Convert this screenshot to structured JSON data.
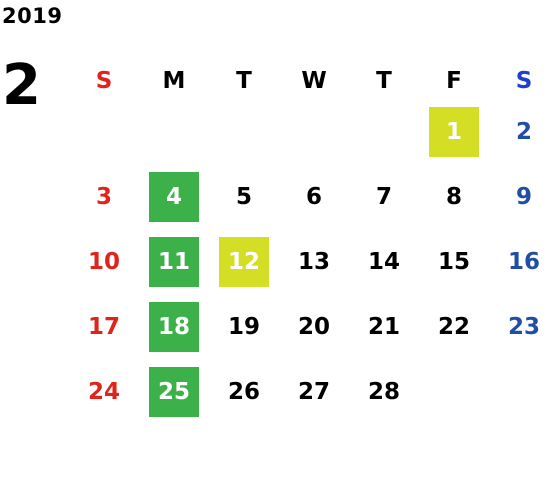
{
  "calendar": {
    "year": "2019",
    "month": "2",
    "weekdays": [
      "S",
      "M",
      "T",
      "W",
      "T",
      "F",
      "S"
    ],
    "weeks": [
      [
        "",
        "",
        "",
        "",
        "",
        "1",
        "2"
      ],
      [
        "3",
        "4",
        "5",
        "6",
        "7",
        "8",
        "9"
      ],
      [
        "10",
        "11",
        "12",
        "13",
        "14",
        "15",
        "16"
      ],
      [
        "17",
        "18",
        "19",
        "20",
        "21",
        "22",
        "23"
      ],
      [
        "24",
        "25",
        "26",
        "27",
        "28",
        "",
        ""
      ]
    ],
    "highlighted_yellow": [
      "1",
      "12"
    ],
    "highlighted_green": [
      "4",
      "11",
      "18",
      "25"
    ],
    "colors": {
      "sunday": "#e0231b",
      "saturday": "#1f4ea3",
      "saturday_header": "#1f3fd0",
      "highlight_yellow": "#d4de24",
      "highlight_green": "#3cb14a"
    }
  }
}
